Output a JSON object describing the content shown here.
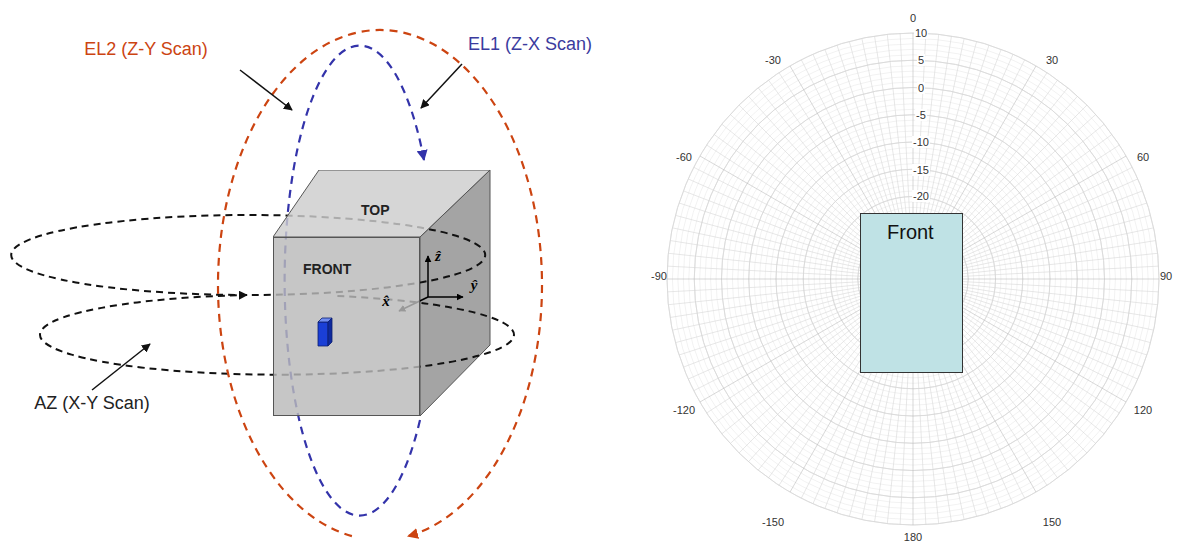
{
  "diagram": {
    "nodes": [
      {
        "text": [
          "TOP"
        ]
      },
      {
        "text": [
          "FRONT"
        ]
      },
      {
        "text": [
          "Front"
        ]
      }
    ],
    "labels": [
      "EL2 (Z-Y Scan)",
      "EL1 (Z-X Scan)",
      "AZ (X-Y Scan)",
      "x̂",
      "ẑ",
      "ŷ",
      "0",
      "30",
      "60",
      "90",
      "120",
      "150",
      "180",
      "-150",
      "-120",
      "-90",
      "-60",
      "-30",
      "10",
      "5",
      "0",
      "-5",
      "-10",
      "-15",
      "-20"
    ]
  }
}
